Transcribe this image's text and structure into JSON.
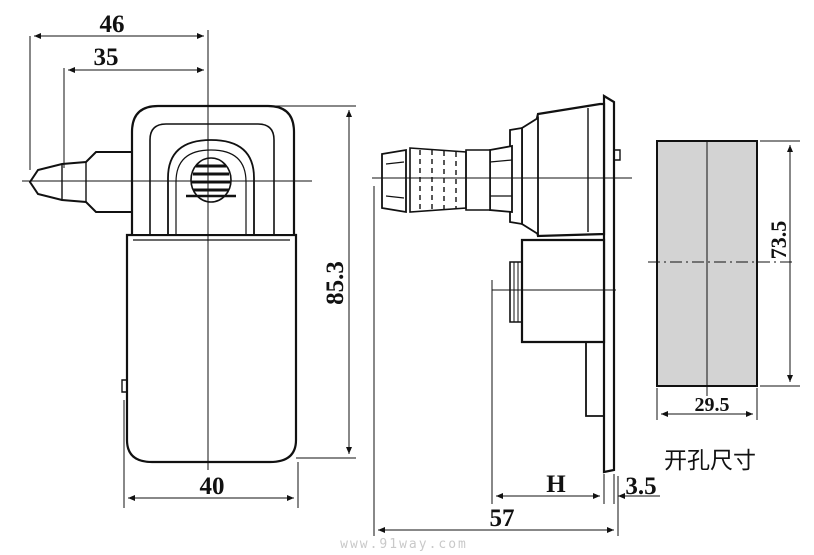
{
  "dimensions": {
    "width_overall": "46",
    "handle_offset": "35",
    "body_width": "40",
    "body_height": "85.3",
    "cutout_height": "73.5",
    "cutout_width": "29.5",
    "offset_h": "H",
    "plate_thickness": "3.5",
    "depth_overall": "57"
  },
  "cutout_label": "开孔尺寸",
  "watermark": "www.91way.com",
  "colors": {
    "line": "#111111",
    "cutout_fill": "#d3d3d3",
    "background": "#ffffff"
  }
}
